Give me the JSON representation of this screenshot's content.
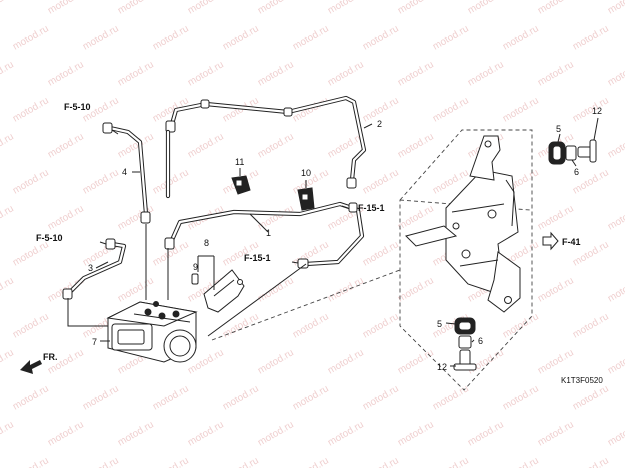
{
  "watermark": "motod.ru",
  "diagram_code": "K1T3F0520",
  "direction": {
    "label": "FR.",
    "icon": "front-arrow-icon"
  },
  "callouts": {
    "c1": "1",
    "c2": "2",
    "c3": "3",
    "c4": "4",
    "c5a": "5",
    "c5b": "5",
    "c6a": "6",
    "c6b": "6",
    "c7": "7",
    "c8": "8",
    "c9": "9",
    "c10": "10",
    "c11": "11",
    "c12a": "12",
    "c12b": "12"
  },
  "references": {
    "f510_top": "F-5-10",
    "f510_mid": "F-5-10",
    "f151_right": "F-15-1",
    "f151_left": "F-15-1",
    "f41": "F-41"
  }
}
